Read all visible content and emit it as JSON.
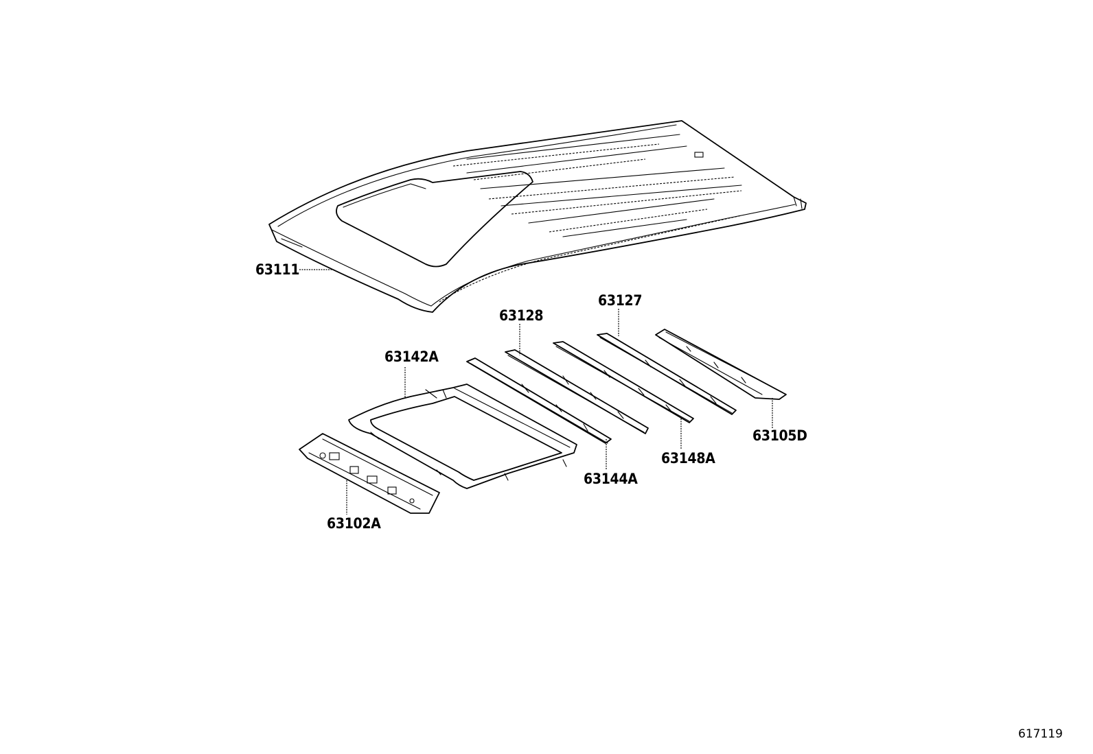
{
  "figure_code": "617119",
  "parts": [
    {
      "id": "roof-panel",
      "number": "63111"
    },
    {
      "id": "sunroof-reinforcement",
      "number": "63142A"
    },
    {
      "id": "front-header-panel",
      "number": "63102A"
    },
    {
      "id": "roof-bow-1",
      "number": "63144A"
    },
    {
      "id": "roof-bow-2",
      "number": "63128"
    },
    {
      "id": "roof-bow-3",
      "number": "63148A"
    },
    {
      "id": "roof-bow-4",
      "number": "63127"
    },
    {
      "id": "rear-header-panel",
      "number": "63105D"
    }
  ]
}
